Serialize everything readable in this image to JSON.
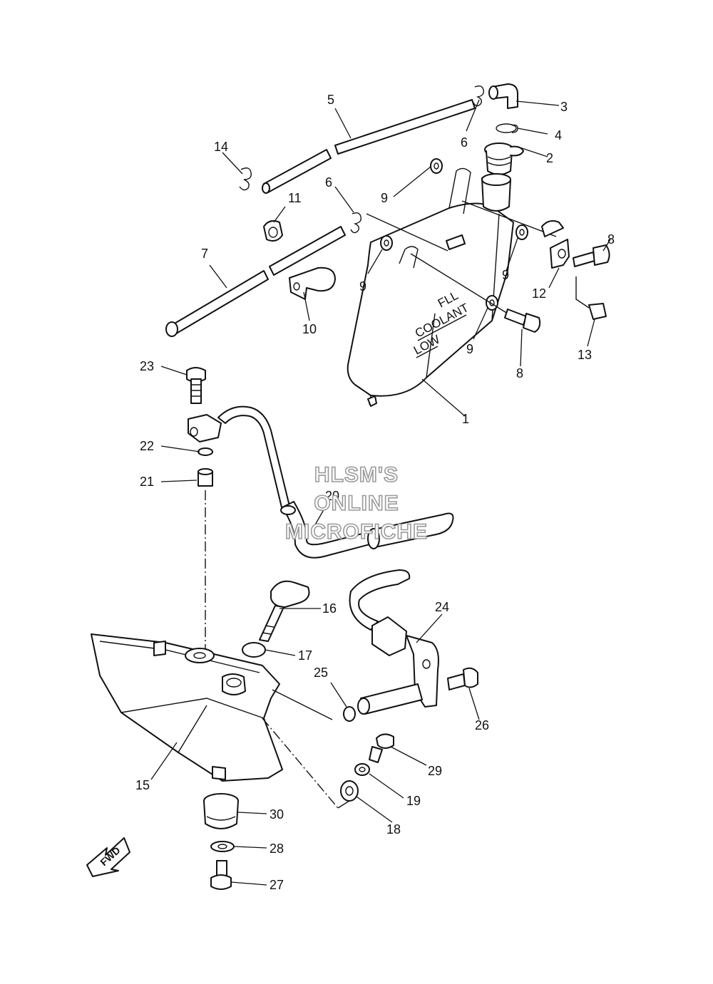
{
  "watermark": {
    "line1": "HLSM'S",
    "line2": "ONLINE",
    "line3": "MICROFICHE"
  },
  "tank_markings": {
    "full": "FLL",
    "coolant": "COOLANT",
    "low": "LOW"
  },
  "fwd_label": "FWD",
  "callouts": [
    "1",
    "2",
    "3",
    "4",
    "5",
    "6",
    "6",
    "7",
    "8",
    "8",
    "9",
    "9",
    "9",
    "9",
    "10",
    "11",
    "12",
    "13",
    "14",
    "15",
    "16",
    "17",
    "18",
    "19",
    "20",
    "21",
    "22",
    "23",
    "24",
    "25",
    "26",
    "27",
    "28",
    "29",
    "30"
  ]
}
